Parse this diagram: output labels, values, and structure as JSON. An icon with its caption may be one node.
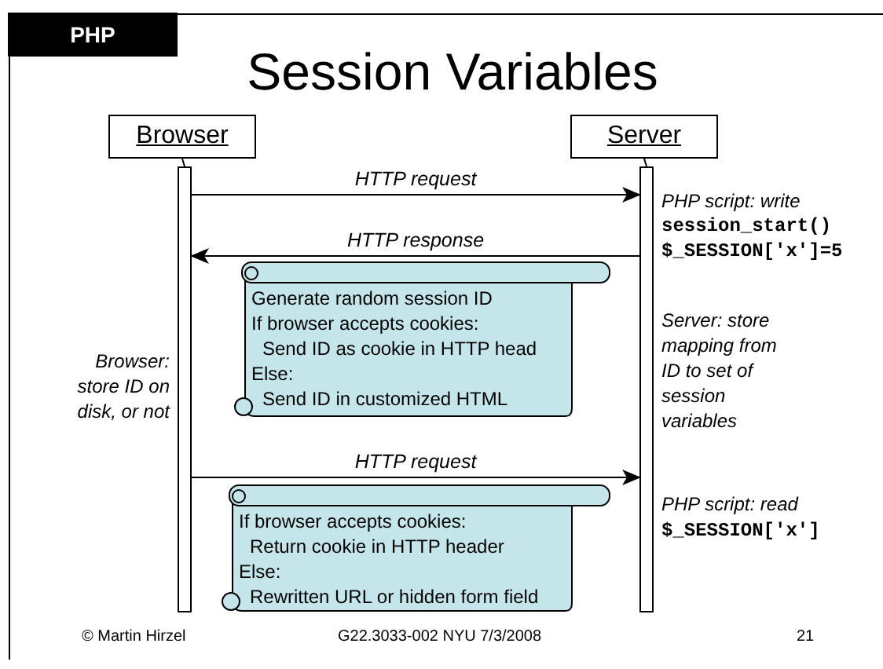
{
  "diagram": {
    "title": "Session Variables",
    "nodes": [
      {
        "text": [
          "Browser"
        ]
      },
      {
        "text": [
          "Server"
        ]
      },
      {
        "text": [],
        "shape": "bar"
      },
      {
        "text": [],
        "shape": "bar"
      },
      {
        "text": [
          "Generate random session ID",
          "If browser accepts cookies:",
          "Send ID as cookie in HTTP head",
          "Else:",
          "Send ID in customized HTML"
        ]
      },
      {
        "text": [
          "If browser accepts cookies:",
          "Return cookie in HTTP header",
          "Else:",
          "Rewritten URL or hidden form field"
        ]
      }
    ],
    "edges": [
      {
        "from": 0,
        "to": 2,
        "arrow": "none"
      },
      {
        "from": 1,
        "to": 3,
        "arrow": "none"
      },
      {
        "from": 2,
        "to": 3,
        "arrow": "to",
        "label": "HTTP request"
      },
      {
        "from": 3,
        "to": 2,
        "arrow": "to",
        "label": "HTTP response"
      },
      {
        "from": 2,
        "to": 3,
        "arrow": "to",
        "label": "HTTP request"
      }
    ],
    "labels": [
      "PHP",
      "PHP script: write",
      "session_start()",
      "$_SESSION['x']=5",
      "Browser: store ID on disk, or not",
      "Server: store mapping from ID to set of session variables",
      "PHP script: read",
      "$_SESSION['x']",
      "© Martin Hirzel",
      "G22.3033-002 NYU 7/3/2008",
      "21"
    ]
  }
}
